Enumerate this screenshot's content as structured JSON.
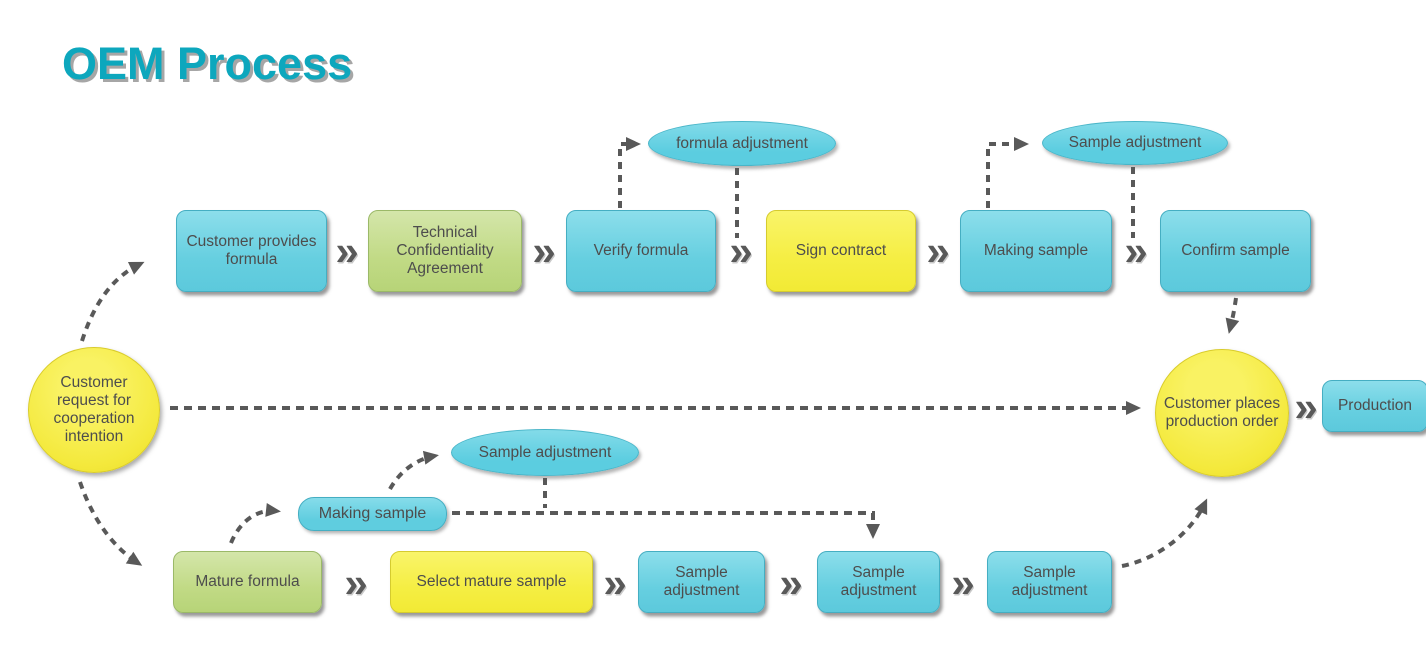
{
  "title": "OEM Process",
  "icons": {
    "chevron": "»"
  },
  "colors": {
    "title_teal": "#0DA7BD",
    "cyan_node": "#66CFE0",
    "green_node": "#C1DA85",
    "yellow_node": "#F5EE43",
    "circle_yellow": "#F4E93C",
    "connector_gray": "#595959",
    "text_gray": "#4D4D4D"
  },
  "nodes": {
    "start_circle": {
      "label": "Customer request for cooperation intention"
    },
    "customer_provides_formula": {
      "label": "Customer provides formula"
    },
    "technical_confidentiality_agreement": {
      "label": "Technical Confidentiality Agreement"
    },
    "verify_formula": {
      "label": "Verify formula"
    },
    "formula_adjustment_ellipse": {
      "label": "formula adjustment"
    },
    "sign_contract": {
      "label": "Sign contract"
    },
    "making_sample_top": {
      "label": "Making sample"
    },
    "sample_adjustment_ellipse_top": {
      "label": "Sample adjustment"
    },
    "confirm_sample": {
      "label": "Confirm sample"
    },
    "production_order_circle": {
      "label": "Customer places production order"
    },
    "production": {
      "label": "Production"
    },
    "mature_formula": {
      "label": "Mature formula"
    },
    "making_sample_bottom": {
      "label": "Making sample"
    },
    "sample_adjustment_ellipse_bottom": {
      "label": "Sample adjustment"
    },
    "select_mature_sample": {
      "label": "Select mature sample"
    },
    "sample_adjustment_1": {
      "label": "Sample adjustment"
    },
    "sample_adjustment_2": {
      "label": "Sample adjustment"
    },
    "sample_adjustment_3": {
      "label": "Sample adjustment"
    }
  }
}
